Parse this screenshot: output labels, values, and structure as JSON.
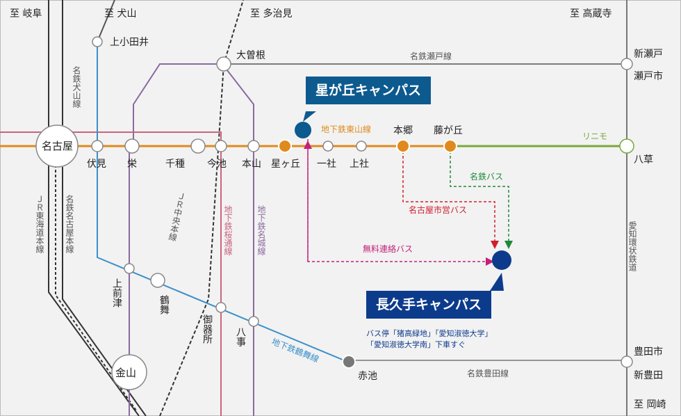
{
  "directions": {
    "gifu": "至 岐阜",
    "inuyama": "至 犬山",
    "tajimi": "至 多治見",
    "kozoji": "至 高蔵寺",
    "okazaki": "至 岡崎"
  },
  "stations": {
    "nagoya": "名古屋",
    "fushimi": "伏見",
    "sakae": "栄",
    "chikusa": "千種",
    "imaike": "今池",
    "motoyama": "本山",
    "hoshigaoka": "星ヶ丘",
    "issha": "一社",
    "kamiyashiro": "上社",
    "hongo": "本郷",
    "fujigaoka": "藤が丘",
    "yagusa": "八草",
    "kamiotai": "上小田井",
    "ozone": "大曽根",
    "shinseto": "新瀬戸",
    "setoshi": "瀬戸市",
    "kamimaezu": "上前津",
    "tsurumai": "鶴舞",
    "gokiso": "御器所",
    "yagoto": "八事",
    "akaike": "赤池",
    "kanayama": "金山",
    "toyotashi": "豊田市",
    "shintoyota": "新豊田"
  },
  "lines": {
    "meitetsu_seto": "名鉄瀬戸線",
    "higashiyama": "地下鉄東山線",
    "linimo": "リニモ",
    "meitetsu_inuyama": "名鉄犬山線",
    "jr_tokaido": "ＪＲ東海道本線",
    "meitetsu_nagoya": "名鉄名古屋本線",
    "jr_chuo": "ＪＲ中央本線",
    "sakuradori": "地下鉄桜通線",
    "meijo": "地下鉄名城線",
    "aikan": "愛知環状鉄道",
    "tsurumai_line": "地下鉄鶴舞線",
    "meitetsu_toyota": "名鉄豊田線"
  },
  "campus": {
    "hoshigaoka": "星が丘キャンパス",
    "nagakute": "長久手キャンパス"
  },
  "routes": {
    "meitetsu_bus": "名鉄バス",
    "city_bus": "名古屋市営バス",
    "shuttle": "無料連絡バス"
  },
  "bus_info": {
    "line1": "バス停「猪高緑地」「愛知淑徳大学」",
    "line2": "「愛知淑徳大学南」下車すぐ"
  },
  "colors": {
    "higashiyama": "#e08a1e",
    "linimo": "#7aa83a",
    "tsurumai": "#3b8fc9",
    "sakuradori": "#c9637e",
    "meijo": "#8a6aa0",
    "campus_blue": "#0d5a8f",
    "meitetsu_bus": "#1e8a3a",
    "city_bus": "#d01f2d",
    "shuttle": "#c2207a"
  }
}
